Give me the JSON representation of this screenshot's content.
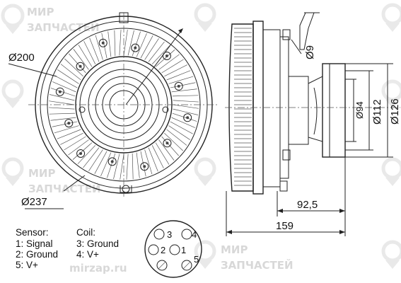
{
  "watermark": {
    "line1": "МИР",
    "line2": "ЗАПЧАСТЕЙ",
    "url": "mirzap.ru",
    "color": "#d8d8d8"
  },
  "front_view": {
    "dim_outer": "Ø237",
    "dim_inner": "Ø200"
  },
  "side_view": {
    "dim_bolt": "Ø9",
    "dim_94": "Ø94",
    "dim_112": "Ø112",
    "dim_126": "Ø126",
    "dim_length_partial": "92,5",
    "dim_length_total": "159"
  },
  "legend": {
    "sensor_title": "Sensor:",
    "sensor_pins": [
      "1: Signal",
      "2: Ground",
      "5: V+"
    ],
    "coil_title": "Coil:",
    "coil_pins": [
      "3: Ground",
      "4: V+"
    ]
  },
  "connector": {
    "pin_labels": [
      "3",
      "4",
      "2",
      "1",
      "5"
    ]
  },
  "colors": {
    "line": "#222222",
    "background": "#ffffff"
  }
}
